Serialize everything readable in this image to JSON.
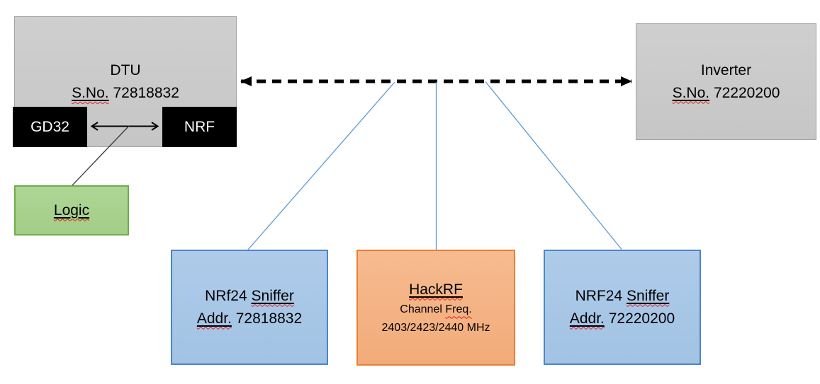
{
  "colors": {
    "gray_fill": "#C9C9C9",
    "gray_border": "#A3A3A3",
    "chip_black": "#000000",
    "chip_text": "#FFFFFF",
    "green_fill": "#A9D18E",
    "green_border": "#70AD47",
    "blue_fill": "#A8C7E8",
    "blue_border": "#4A86C5",
    "orange_fill": "#F4B183",
    "orange_border": "#ED7D31",
    "connector_blue": "#5B9BD5",
    "arrow_black": "#000000",
    "thin_line_dark": "#3B3B3B",
    "spellcheck_red": "#E02020"
  },
  "dtu": {
    "title": "DTU",
    "serial_label": "S.No.",
    "serial_number": "72818832",
    "gd32": "GD32",
    "nrf": "NRF"
  },
  "logic": {
    "label": "Logic"
  },
  "inverter": {
    "title": "Inverter",
    "serial_label": "S.No.",
    "serial_number": "72220200"
  },
  "sniffer_left": {
    "name": "NRf24",
    "name_flagged": "Sniffer",
    "addr_label": "Addr.",
    "addr_value": "72818832"
  },
  "hackrf": {
    "title": "HackRF",
    "subtitle": "Channel",
    "subtitle_flagged": "Freq.",
    "frequencies": "2403/2423/2440 MHz"
  },
  "sniffer_right": {
    "name": "NRF24",
    "name_flagged": "Sniffer",
    "addr_label": "Addr.",
    "addr_value": "72220200"
  }
}
